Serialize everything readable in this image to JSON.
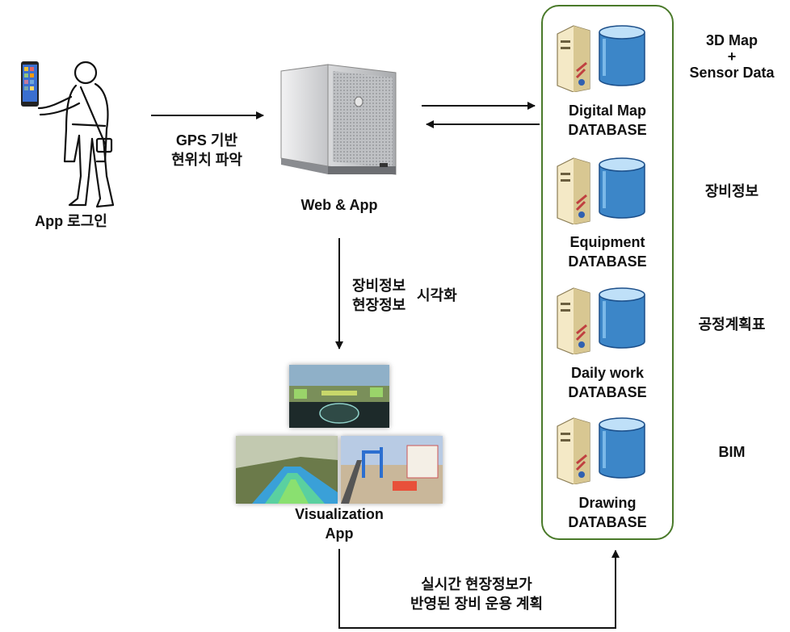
{
  "user": {
    "label": "App 로그인"
  },
  "gps": {
    "line1": "GPS 기반",
    "line2": "현위치 파악"
  },
  "server": {
    "label": "Web & App"
  },
  "vis_arrow": {
    "line1": "장비정보",
    "line2": "현장정보",
    "suffix": "시각화"
  },
  "vis_app": {
    "line1": "Visualization",
    "line2": "App"
  },
  "feedback": {
    "line1": "실시간 현장정보가",
    "line2": "반영된 장비 운용 계획"
  },
  "databases": [
    {
      "name": "Digital Map",
      "type": "DATABASE",
      "side": "3D Map",
      "side_plus": "+",
      "side2": "Sensor Data"
    },
    {
      "name": "Equipment",
      "type": "DATABASE",
      "side": "장비정보"
    },
    {
      "name": "Daily work",
      "type": "DATABASE",
      "side": "공정계획표"
    },
    {
      "name": "Drawing",
      "type": "DATABASE",
      "side": "BIM"
    }
  ],
  "colors": {
    "panel_border": "#4a7a2a",
    "cylinder": "#3c86c8",
    "arrow": "#111111"
  }
}
